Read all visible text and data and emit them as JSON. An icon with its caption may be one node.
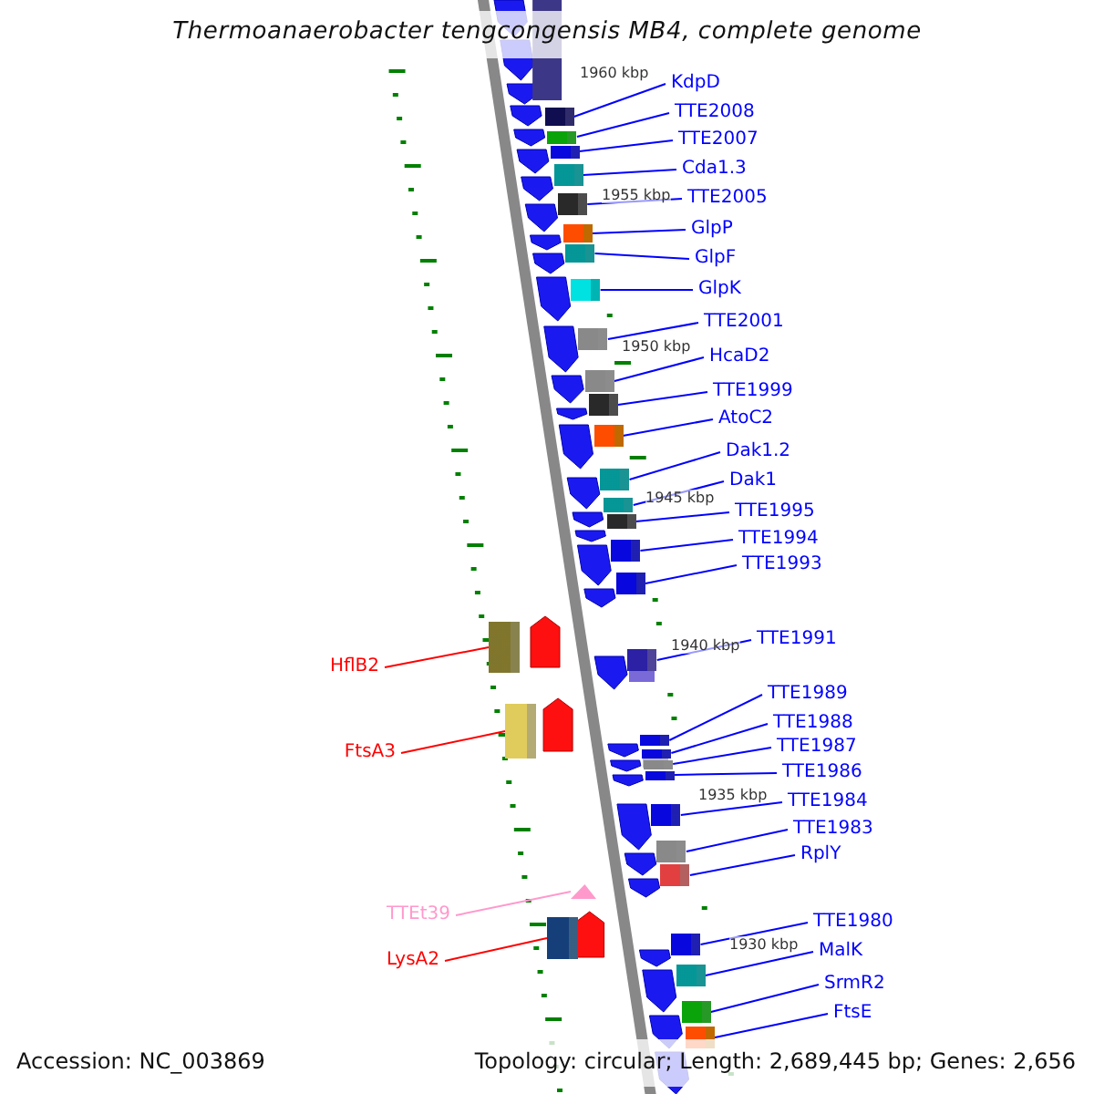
{
  "diagram": {
    "title": "Thermoanaerobacter tengcongensis MB4, complete genome",
    "nodes": [
      {
        "text": [
          "KdpD"
        ]
      },
      {
        "text": [
          "TTE2008"
        ]
      },
      {
        "text": [
          "TTE2007"
        ]
      },
      {
        "text": [
          "Cda1.3"
        ]
      },
      {
        "text": [
          "TTE2005"
        ]
      },
      {
        "text": [
          "GlpP"
        ]
      },
      {
        "text": [
          "GlpF"
        ]
      },
      {
        "text": [
          "GlpK"
        ]
      },
      {
        "text": [
          "TTE2001"
        ]
      },
      {
        "text": [
          "HcaD2"
        ]
      },
      {
        "text": [
          "TTE1999"
        ]
      },
      {
        "text": [
          "AtoC2"
        ]
      },
      {
        "text": [
          "Dak1.2"
        ]
      },
      {
        "text": [
          "Dak1"
        ]
      },
      {
        "text": [
          "TTE1995"
        ]
      },
      {
        "text": [
          "TTE1994"
        ]
      },
      {
        "text": [
          "TTE1993"
        ]
      },
      {
        "text": [
          "TTE1991"
        ]
      },
      {
        "text": [
          "HflB2"
        ]
      },
      {
        "text": [
          "TTE1989"
        ]
      },
      {
        "text": [
          "TTE1988"
        ]
      },
      {
        "text": [
          "TTE1987"
        ]
      },
      {
        "text": [
          "FtsA3"
        ]
      },
      {
        "text": [
          "TTE1986"
        ]
      },
      {
        "text": [
          "TTE1984"
        ]
      },
      {
        "text": [
          "TTE1983"
        ]
      },
      {
        "text": [
          "RplY"
        ]
      },
      {
        "text": [
          "TTEt39"
        ]
      },
      {
        "text": [
          "TTE1980"
        ]
      },
      {
        "text": [
          "MalK"
        ]
      },
      {
        "text": [
          "LysA2"
        ]
      },
      {
        "text": [
          "SrmR2"
        ]
      },
      {
        "text": [
          "FtsE"
        ]
      },
      {
        "text": [],
        "shape": "box"
      },
      {
        "text": [],
        "shape": "box"
      },
      {
        "text": [],
        "shape": "box"
      },
      {
        "text": [],
        "shape": "box"
      },
      {
        "text": [],
        "shape": "box"
      },
      {
        "text": [],
        "shape": "box"
      },
      {
        "text": [],
        "shape": "box"
      },
      {
        "text": [],
        "shape": "box"
      },
      {
        "text": [],
        "shape": "box"
      },
      {
        "text": [],
        "shape": "box"
      },
      {
        "text": [],
        "shape": "box"
      },
      {
        "text": [],
        "shape": "box"
      },
      {
        "text": [],
        "shape": "box"
      },
      {
        "text": [],
        "shape": "box"
      },
      {
        "text": [],
        "shape": "box"
      },
      {
        "text": [],
        "shape": "box"
      },
      {
        "text": [],
        "shape": "box"
      },
      {
        "text": [],
        "shape": "box"
      },
      {
        "text": [],
        "shape": "box"
      },
      {
        "text": [],
        "shape": "box"
      },
      {
        "text": [],
        "shape": "box"
      },
      {
        "text": [],
        "shape": "box"
      },
      {
        "text": [],
        "shape": "box"
      },
      {
        "text": [],
        "shape": "box"
      },
      {
        "text": [],
        "shape": "box"
      },
      {
        "text": [],
        "shape": "box"
      },
      {
        "text": [],
        "shape": "box"
      },
      {
        "text": [],
        "shape": "triangle"
      },
      {
        "text": [],
        "shape": "box"
      },
      {
        "text": [],
        "shape": "box"
      },
      {
        "text": [],
        "shape": "box"
      },
      {
        "text": [],
        "shape": "box"
      },
      {
        "text": [],
        "shape": "box"
      }
    ],
    "edges": [
      {
        "from": 0,
        "to": 33,
        "arrow": "none"
      },
      {
        "from": 1,
        "to": 34,
        "arrow": "none"
      },
      {
        "from": 2,
        "to": 35,
        "arrow": "none"
      },
      {
        "from": 3,
        "to": 36,
        "arrow": "none"
      },
      {
        "from": 4,
        "to": 37,
        "arrow": "none"
      },
      {
        "from": 5,
        "to": 38,
        "arrow": "none"
      },
      {
        "from": 6,
        "to": 39,
        "arrow": "none"
      },
      {
        "from": 7,
        "to": 40,
        "arrow": "none"
      },
      {
        "from": 8,
        "to": 41,
        "arrow": "none"
      },
      {
        "from": 9,
        "to": 42,
        "arrow": "none"
      },
      {
        "from": 10,
        "to": 43,
        "arrow": "none"
      },
      {
        "from": 11,
        "to": 44,
        "arrow": "none"
      },
      {
        "from": 12,
        "to": 45,
        "arrow": "none"
      },
      {
        "from": 13,
        "to": 46,
        "arrow": "none"
      },
      {
        "from": 14,
        "to": 47,
        "arrow": "none"
      },
      {
        "from": 15,
        "to": 48,
        "arrow": "none"
      },
      {
        "from": 16,
        "to": 49,
        "arrow": "none"
      },
      {
        "from": 17,
        "to": 50,
        "arrow": "none"
      },
      {
        "from": 18,
        "to": 51,
        "arrow": "none",
        "color": "#ff0000"
      },
      {
        "from": 19,
        "to": 52,
        "arrow": "none"
      },
      {
        "from": 20,
        "to": 53,
        "arrow": "none"
      },
      {
        "from": 21,
        "to": 54,
        "arrow": "none"
      },
      {
        "from": 22,
        "to": 55,
        "arrow": "none",
        "color": "#ff0000"
      },
      {
        "from": 23,
        "to": 56,
        "arrow": "none"
      },
      {
        "from": 24,
        "to": 57,
        "arrow": "none"
      },
      {
        "from": 25,
        "to": 58,
        "arrow": "none"
      },
      {
        "from": 26,
        "to": 59,
        "arrow": "none"
      },
      {
        "from": 27,
        "to": 60,
        "arrow": "none",
        "color": "#ff99cc"
      },
      {
        "from": 28,
        "to": 61,
        "arrow": "none"
      },
      {
        "from": 29,
        "to": 62,
        "arrow": "none"
      },
      {
        "from": 30,
        "to": 63,
        "arrow": "none",
        "color": "#ff0000"
      },
      {
        "from": 31,
        "to": 64,
        "arrow": "none"
      },
      {
        "from": 32,
        "to": 65,
        "arrow": "none"
      }
    ],
    "labels": [
      "1960 kbp",
      "1955 kbp",
      "1950 kbp",
      "1945 kbp",
      "1940 kbp",
      "1935 kbp",
      "1930 kbp",
      "Accession: NC_003869",
      "Topology: circular; Length: 2,689,445 bp; Genes: 2,656"
    ]
  }
}
